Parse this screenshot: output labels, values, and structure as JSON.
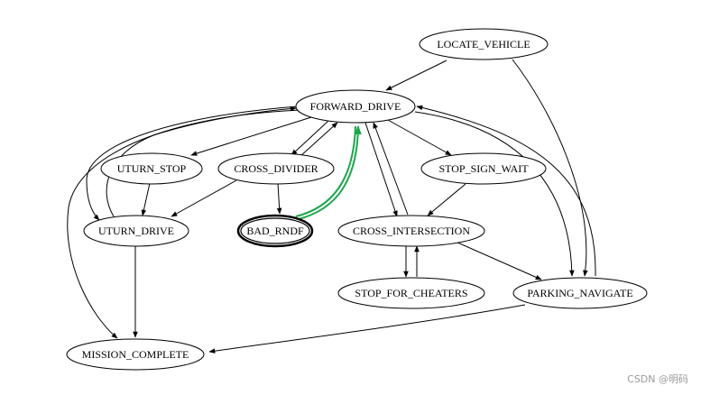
{
  "nodes": {
    "locate_vehicle": "LOCATE_VEHICLE",
    "forward_drive": "FORWARD_DRIVE",
    "uturn_stop": "UTURN_STOP",
    "cross_divider": "CROSS_DIVIDER",
    "stop_sign_wait": "STOP_SIGN_WAIT",
    "uturn_drive": "UTURN_DRIVE",
    "bad_rndf": "BAD_RNDF",
    "cross_intersection": "CROSS_INTERSECTION",
    "stop_for_cheaters": "STOP_FOR_CHEATERS",
    "parking_navigate": "PARKING_NAVIGATE",
    "mission_complete": "MISSION_COMPLETE"
  },
  "highlight": {
    "node_stroke": "#e0141e",
    "edge_stroke": "#1aa64a"
  },
  "watermark": "CSDN @明码"
}
